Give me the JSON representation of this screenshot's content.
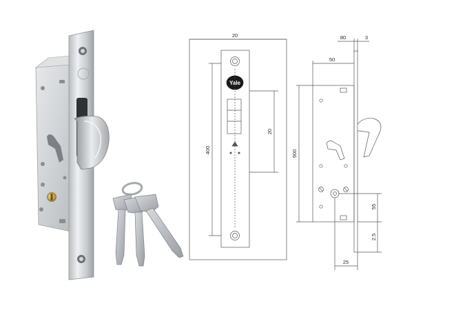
{
  "brand": "Yale",
  "dimensions": {
    "front_width": "20",
    "front_height": "400",
    "front_mid": "20",
    "side_thickness": "80",
    "side_top": "3",
    "backset": "50",
    "body_height": "900",
    "lower_a": "55",
    "lower_b": "2.5",
    "bottom_width": "25"
  }
}
